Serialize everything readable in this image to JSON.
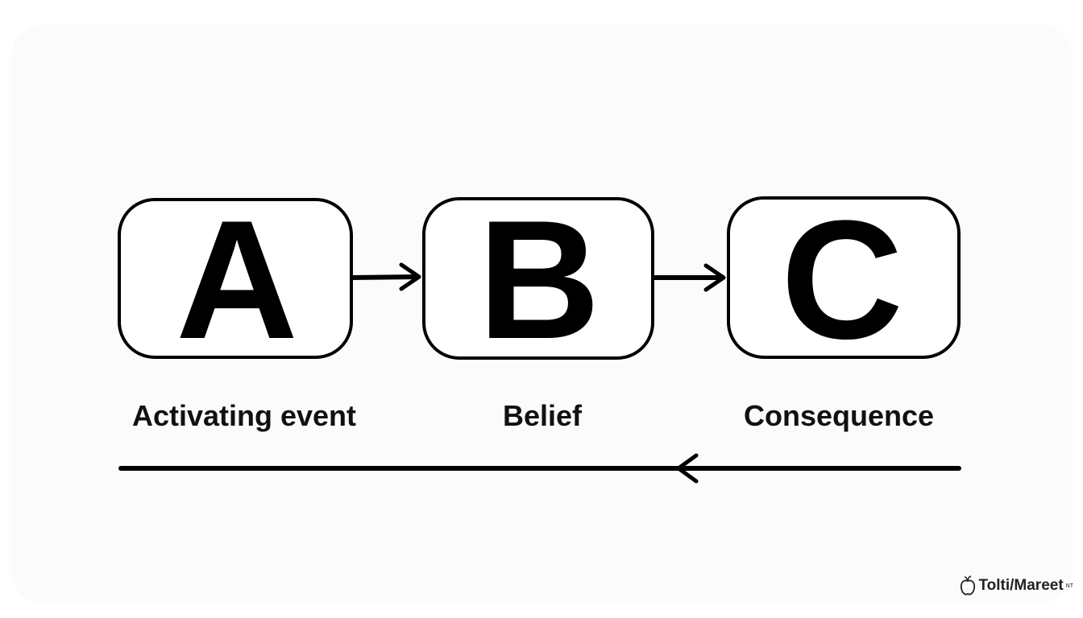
{
  "boxes": [
    {
      "letter": "A",
      "label": "Activating event"
    },
    {
      "letter": "B",
      "label": "Belief"
    },
    {
      "letter": "C",
      "label": "Consequence"
    }
  ],
  "watermark": {
    "text": "Tolti/Mareet",
    "superscript": "NT"
  },
  "colors": {
    "stroke": "#000000",
    "background": "#ffffff"
  },
  "icons": {
    "forward_arrow": "arrow-right-icon",
    "feedback_arrow": "arrow-left-icon",
    "watermark_logo": "apple-logo-icon"
  }
}
